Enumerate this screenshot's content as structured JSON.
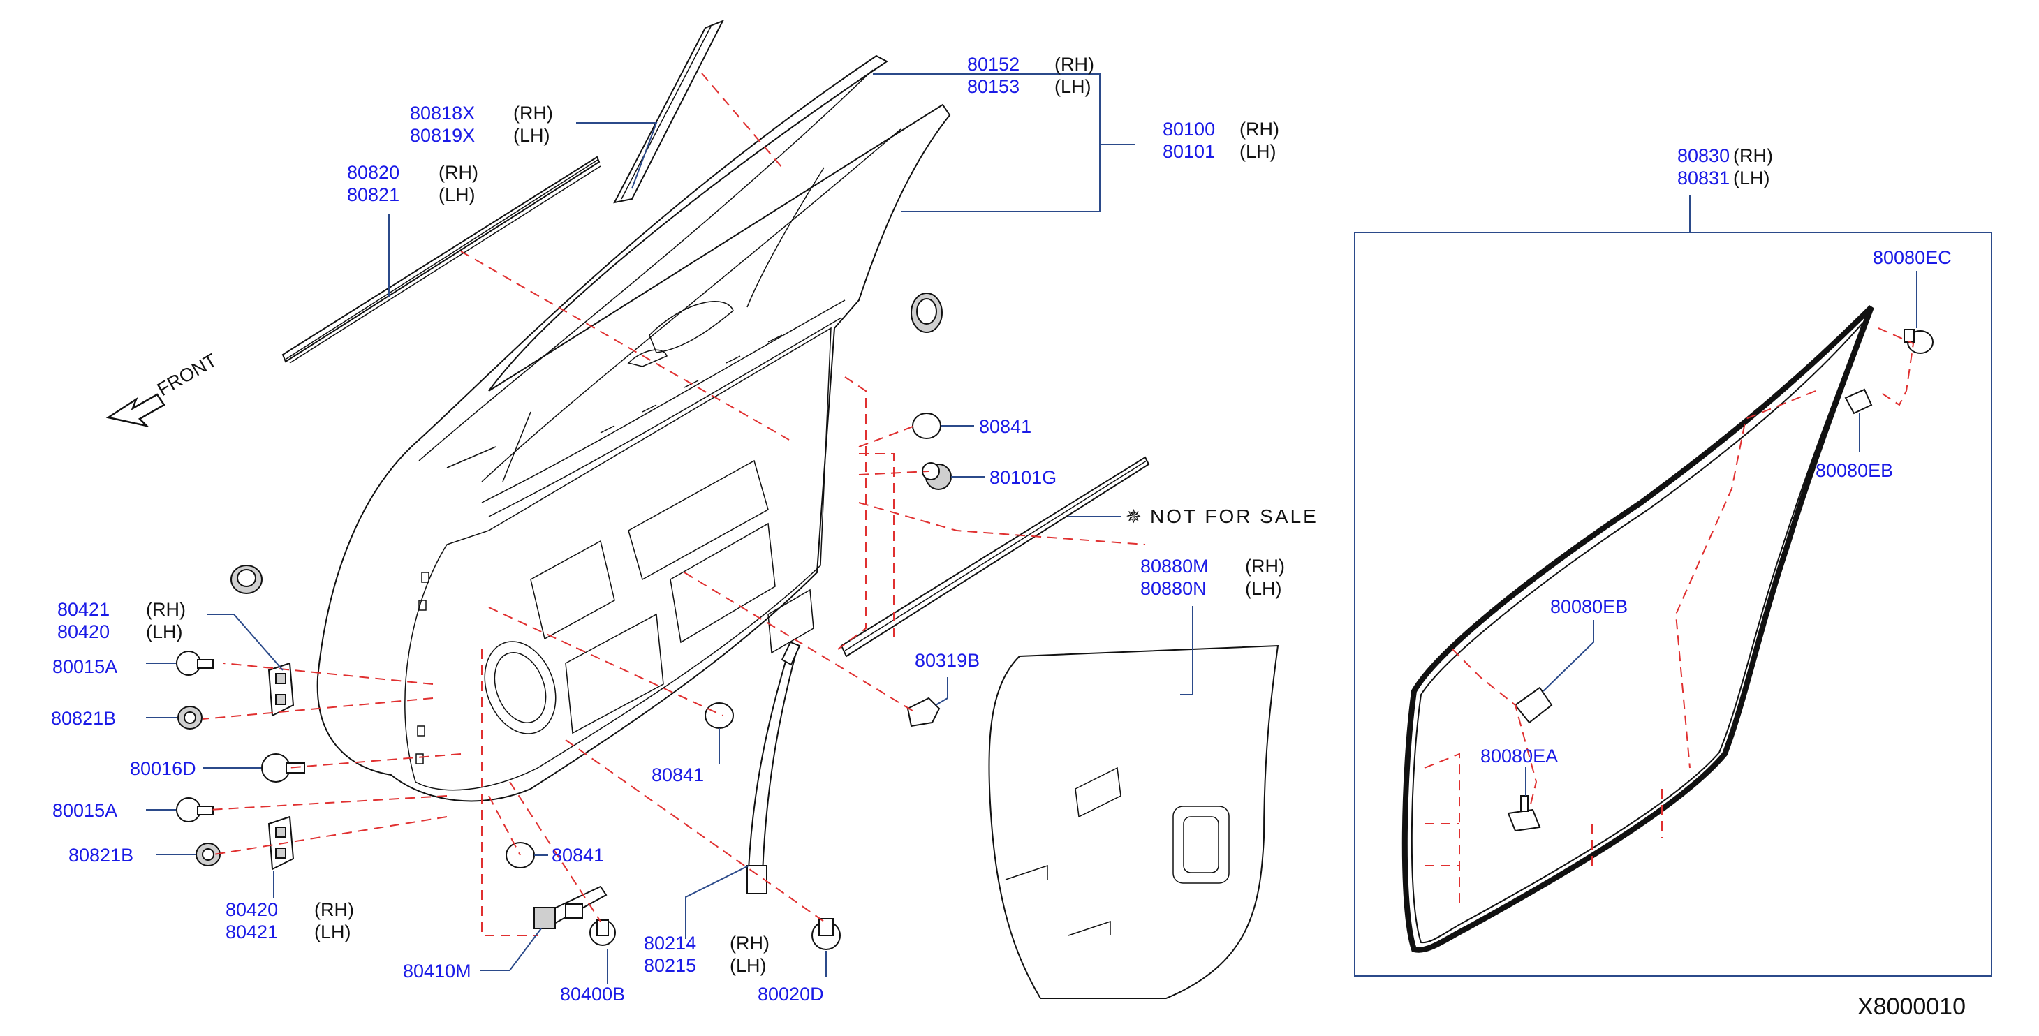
{
  "diagram": {
    "ref_code": "X8000010",
    "front_label": "FRONT",
    "note": {
      "symbol": "✵",
      "text": "NOT FOR SALE"
    },
    "callouts": [
      {
        "id": "80818x",
        "lines": [
          {
            "pn": "80818X",
            "side": "(RH)"
          },
          {
            "pn": "80819X",
            "side": "(LH)"
          }
        ]
      },
      {
        "id": "80820",
        "lines": [
          {
            "pn": "80820",
            "side": "(RH)"
          },
          {
            "pn": "80821",
            "side": "(LH)"
          }
        ]
      },
      {
        "id": "80152",
        "lines": [
          {
            "pn": "80152",
            "side": "(RH)"
          },
          {
            "pn": "80153",
            "side": "(LH)"
          }
        ]
      },
      {
        "id": "80100",
        "lines": [
          {
            "pn": "80100",
            "side": "(RH)"
          },
          {
            "pn": "80101",
            "side": "(LH)"
          }
        ]
      },
      {
        "id": "80830",
        "lines": [
          {
            "pn": "80830",
            "side": "(RH)"
          },
          {
            "pn": "80831",
            "side": "(LH)"
          }
        ]
      },
      {
        "id": "80421",
        "lines": [
          {
            "pn": "80421",
            "side": "(RH)"
          },
          {
            "pn": "80420",
            "side": "(LH)"
          }
        ]
      },
      {
        "id": "80420",
        "lines": [
          {
            "pn": "80420",
            "side": "(RH)"
          },
          {
            "pn": "80421",
            "side": "(LH)"
          }
        ]
      },
      {
        "id": "80880m",
        "lines": [
          {
            "pn": "80880M",
            "side": "(RH)"
          },
          {
            "pn": "80880N",
            "side": "(LH)"
          }
        ]
      },
      {
        "id": "80214",
        "lines": [
          {
            "pn": "80214",
            "side": "(RH)"
          },
          {
            "pn": "80215",
            "side": "(LH)"
          }
        ]
      },
      {
        "id": "80015a-1",
        "lines": [
          {
            "pn": "80015A",
            "side": ""
          }
        ]
      },
      {
        "id": "80821b-1",
        "lines": [
          {
            "pn": "80821B",
            "side": ""
          }
        ]
      },
      {
        "id": "80016d",
        "lines": [
          {
            "pn": "80016D",
            "side": ""
          }
        ]
      },
      {
        "id": "80015a-2",
        "lines": [
          {
            "pn": "80015A",
            "side": ""
          }
        ]
      },
      {
        "id": "80821b-2",
        "lines": [
          {
            "pn": "80821B",
            "side": ""
          }
        ]
      },
      {
        "id": "80841-1",
        "lines": [
          {
            "pn": "80841",
            "side": ""
          }
        ]
      },
      {
        "id": "80101g",
        "lines": [
          {
            "pn": "80101G",
            "side": ""
          }
        ]
      },
      {
        "id": "80319b",
        "lines": [
          {
            "pn": "80319B",
            "side": ""
          }
        ]
      },
      {
        "id": "80841-2",
        "lines": [
          {
            "pn": "80841",
            "side": ""
          }
        ]
      },
      {
        "id": "80841-3",
        "lines": [
          {
            "pn": "80841",
            "side": ""
          }
        ]
      },
      {
        "id": "80410m",
        "lines": [
          {
            "pn": "80410M",
            "side": ""
          }
        ]
      },
      {
        "id": "80400b",
        "lines": [
          {
            "pn": "80400B",
            "side": ""
          }
        ]
      },
      {
        "id": "80020d",
        "lines": [
          {
            "pn": "80020D",
            "side": ""
          }
        ]
      },
      {
        "id": "80080ec",
        "lines": [
          {
            "pn": "80080EC",
            "side": ""
          }
        ]
      },
      {
        "id": "80080eb-1",
        "lines": [
          {
            "pn": "80080EB",
            "side": ""
          }
        ]
      },
      {
        "id": "80080eb-2",
        "lines": [
          {
            "pn": "80080EB",
            "side": ""
          }
        ]
      },
      {
        "id": "80080ea",
        "lines": [
          {
            "pn": "80080EA",
            "side": ""
          }
        ]
      }
    ]
  }
}
